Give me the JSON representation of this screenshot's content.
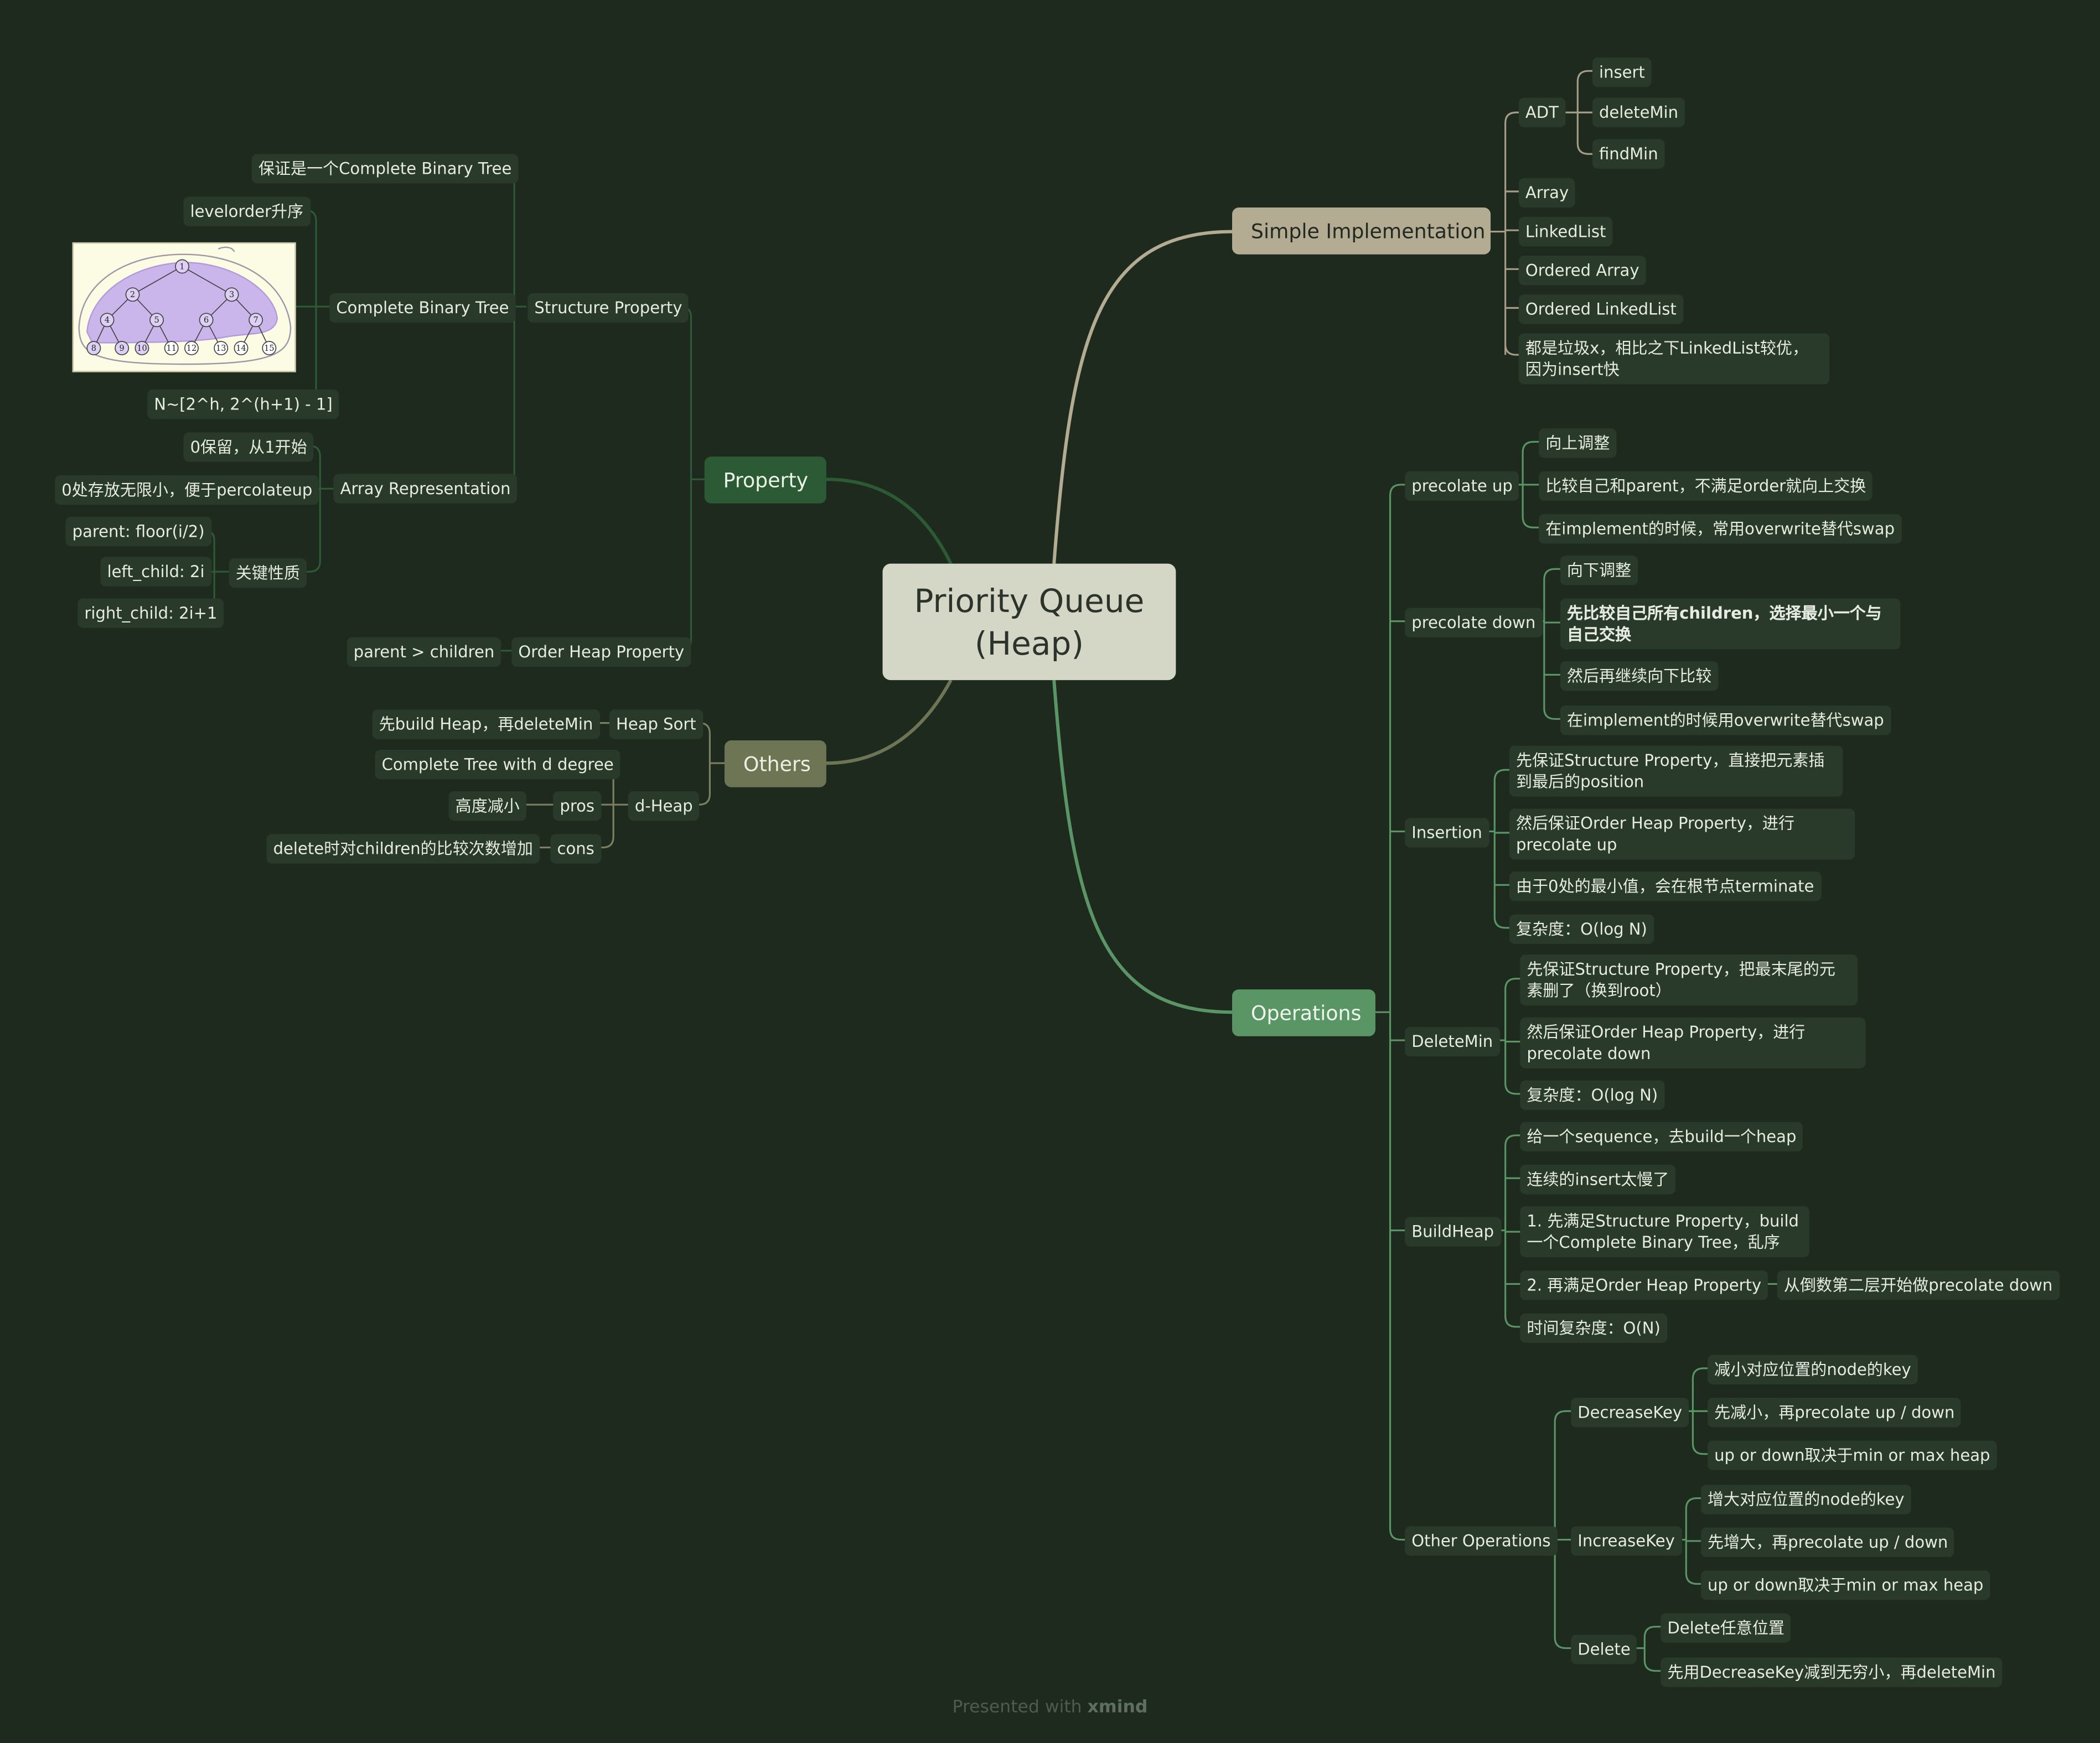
{
  "root": {
    "line1": "Priority Queue",
    "line2": "(Heap)"
  },
  "simple": {
    "label": "Simple Implementation",
    "adt": "ADT",
    "adt_items": [
      "insert",
      "deleteMin",
      "findMin"
    ],
    "impls": [
      "Array",
      "LinkedList",
      "Ordered Array",
      "Ordered LinkedList",
      "都是垃圾x，相比之下LinkedList较优，因为insert快"
    ]
  },
  "property": {
    "label": "Property",
    "structure": "Structure Property",
    "cbt": "Complete Binary Tree",
    "cbt_items": [
      "保证是一个Complete Binary Tree",
      "levelorder升序",
      "N~[2^h, 2^(h+1) - 1]"
    ],
    "array_rep": "Array Representation",
    "array_items": [
      "0保留，从1开始",
      "0处存放无限小，便于percolateup"
    ],
    "key_props": "关键性质",
    "key_items": [
      "parent: floor(i/2)",
      "left_child: 2i",
      "right_child: 2i+1"
    ],
    "order": "Order Heap Property",
    "order_item": "parent > children",
    "tree_nodes": [
      "1",
      "2",
      "3",
      "4",
      "5",
      "6",
      "7",
      "8",
      "9",
      "10",
      "11",
      "12",
      "13",
      "14",
      "15"
    ]
  },
  "others": {
    "label": "Others",
    "heapsort": "Heap Sort",
    "heapsort_item": "先build Heap，再deleteMin",
    "dheap": "d-Heap",
    "dheap_item": "Complete Tree with d degree",
    "pros": "pros",
    "pros_item": "高度减小",
    "cons": "cons",
    "cons_item": "delete时对children的比较次数增加"
  },
  "ops": {
    "label": "Operations",
    "pu": "precolate up",
    "pu_items": [
      "向上调整",
      "比较自己和parent，不满足order就向上交换",
      "在implement的时候，常用overwrite替代swap"
    ],
    "pd": "precolate down",
    "pd_items": [
      "向下调整",
      "先比较自己所有children，选择最小一个与自己交换",
      "然后再继续向下比较",
      "在implement的时候用overwrite替代swap"
    ],
    "ins": "Insertion",
    "ins_items": [
      "先保证Structure Property，直接把元素插到最后的position",
      "然后保证Order Heap Property，进行precolate up",
      "由于0处的最小值，会在根节点terminate",
      "复杂度：O(log N)"
    ],
    "dm": "DeleteMin",
    "dm_items": [
      "先保证Structure Property，把最末尾的元素删了（换到root）",
      "然后保证Order Heap Property，进行precolate down",
      "复杂度：O(log N)"
    ],
    "bh": "BuildHeap",
    "bh_items": [
      "给一个sequence，去build一个heap",
      "连续的insert太慢了",
      "1. 先满足Structure Property，build一个Complete Binary Tree，乱序",
      "2. 再满足Order Heap Property",
      "时间复杂度：O(N)"
    ],
    "bh_sub": "从倒数第二层开始做precolate down",
    "oo": "Other Operations",
    "dk": "DecreaseKey",
    "dk_items": [
      "减小对应位置的node的key",
      "先减小，再precolate up / down",
      "up or down取决于min or max heap"
    ],
    "ik": "IncreaseKey",
    "ik_items": [
      "增大对应位置的node的key",
      "先增大，再precolate up / down",
      "up or down取决于min or max heap"
    ],
    "del": "Delete",
    "del_items": [
      "Delete任意位置",
      "先用DecreaseKey减到无穷小，再deleteMin"
    ]
  },
  "footer": {
    "prefix": "Presented with",
    "brand": "xmind"
  },
  "colors": {
    "background": "#1f2a1f",
    "simple": "#b3ac92",
    "property": "#2b5a34",
    "others": "#6e7555",
    "operations": "#5a9566",
    "root": "#d4d7c5"
  }
}
